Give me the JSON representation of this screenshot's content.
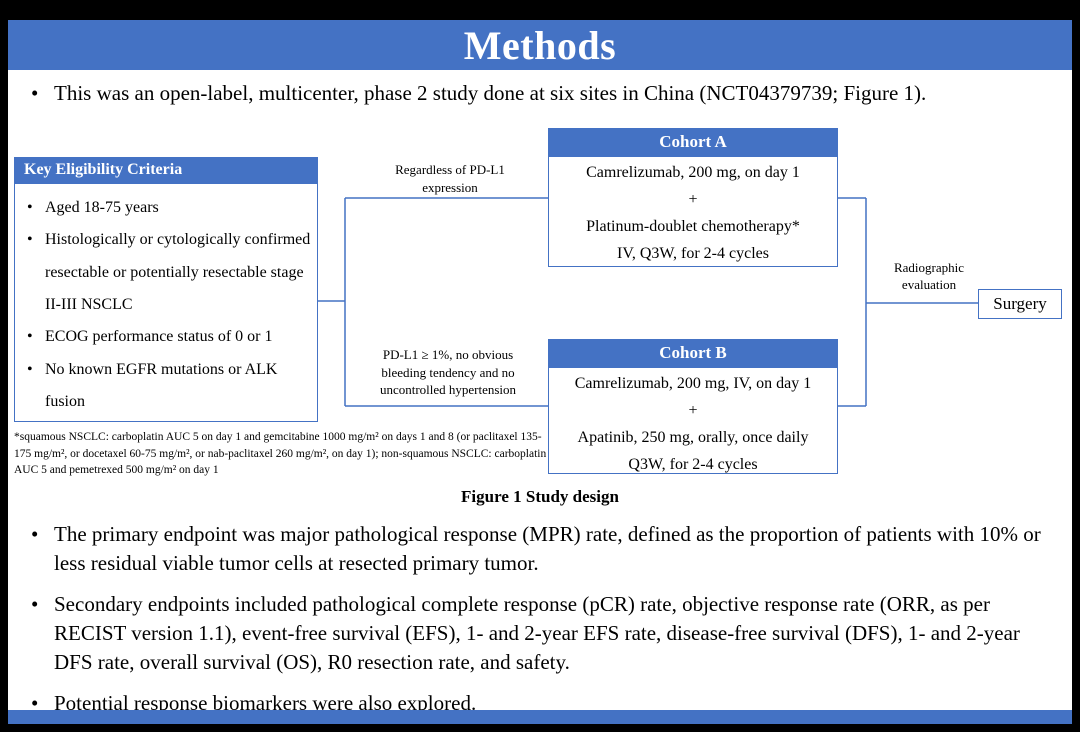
{
  "slide": {
    "title": "Methods",
    "accent_color": "#4472C4"
  },
  "intro_bullet": "This was an open-label, multicenter, phase 2 study done at six sites in China (NCT04379739; Figure 1).",
  "figure": {
    "eligibility": {
      "title": "Key Eligibility Criteria",
      "items": [
        "Aged 18-75 years",
        "Histologically or cytologically confirmed resectable or potentially resectable stage II-III NSCLC",
        "ECOG performance status of 0 or 1",
        "No known EGFR mutations or ALK fusion"
      ]
    },
    "branch_a_label": "Regardless of PD-L1\nexpression",
    "branch_b_label": "PD-L1 ≥ 1%, no obvious\nbleeding tendency and no\nuncontrolled hypertension",
    "cohort_a": {
      "title": "Cohort A",
      "lines": [
        "Camrelizumab, 200 mg, on day 1",
        "+",
        "Platinum-doublet chemotherapy*",
        "IV, Q3W, for 2-4 cycles"
      ]
    },
    "cohort_b": {
      "title": "Cohort B",
      "lines": [
        "Camrelizumab, 200 mg, IV, on day 1",
        "+",
        "Apatinib, 250 mg, orally, once daily",
        "Q3W, for 2-4 cycles"
      ]
    },
    "radiographic_label": "Radiographic\nevaluation",
    "surgery_label": "Surgery",
    "footnote": "*squamous NSCLC: carboplatin AUC 5 on day 1 and gemcitabine 1000 mg/m² on days 1 and 8 (or paclitaxel 135-175 mg/m², or docetaxel 60-75 mg/m², or nab-paclitaxel 260 mg/m², on day 1); non-squamous NSCLC: carboplatin AUC 5 and pemetrexed 500 mg/m² on day 1",
    "caption": "Figure 1 Study design"
  },
  "bullets": [
    "The primary endpoint was major pathological response (MPR) rate, defined as the proportion of patients with 10% or less residual viable tumor cells at resected primary tumor.",
    "Secondary endpoints included pathological complete response (pCR) rate, objective response rate (ORR, as per RECIST version 1.1), event-free survival (EFS), 1- and 2-year EFS rate, disease-free survival (DFS), 1- and 2-year DFS rate, overall survival (OS), R0 resection rate, and safety.",
    "Potential response biomarkers were also explored."
  ]
}
